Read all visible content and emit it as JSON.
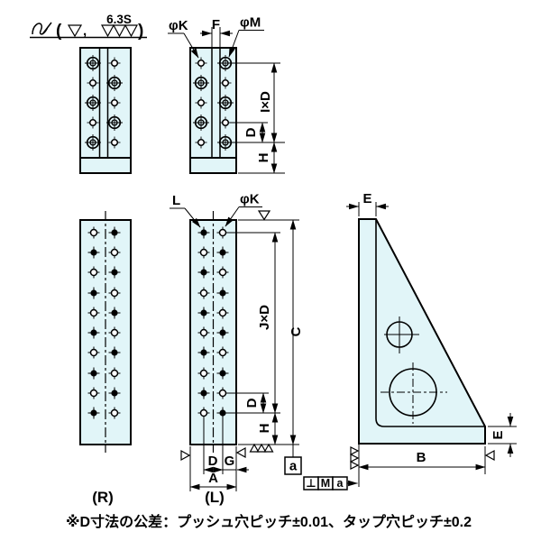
{
  "colors": {
    "part_fill": "#e1f5f8",
    "line": "#000000"
  },
  "surface_note": {
    "open_paren": "(",
    "comma": ",",
    "roughness": "6.3S",
    "close_paren": ")"
  },
  "labels": {
    "phi_k": "φK",
    "phi_m": "φM",
    "f": "F",
    "i_x_d": "I×D",
    "j_x_d": "J×D",
    "d": "D",
    "h": "H",
    "c": "C",
    "l": "L",
    "g": "G",
    "a_dim": "A",
    "b": "B",
    "e": "E",
    "datum_a": "a",
    "view_l": "(L)",
    "view_r": "(R)"
  },
  "tolerance_frame": {
    "symbol": "⊥",
    "tolerance": "M",
    "datum": "a"
  },
  "footnote": "※D寸法の公差：プッシュ穴ピッチ±0.01、タップ穴ピッチ±0.2"
}
